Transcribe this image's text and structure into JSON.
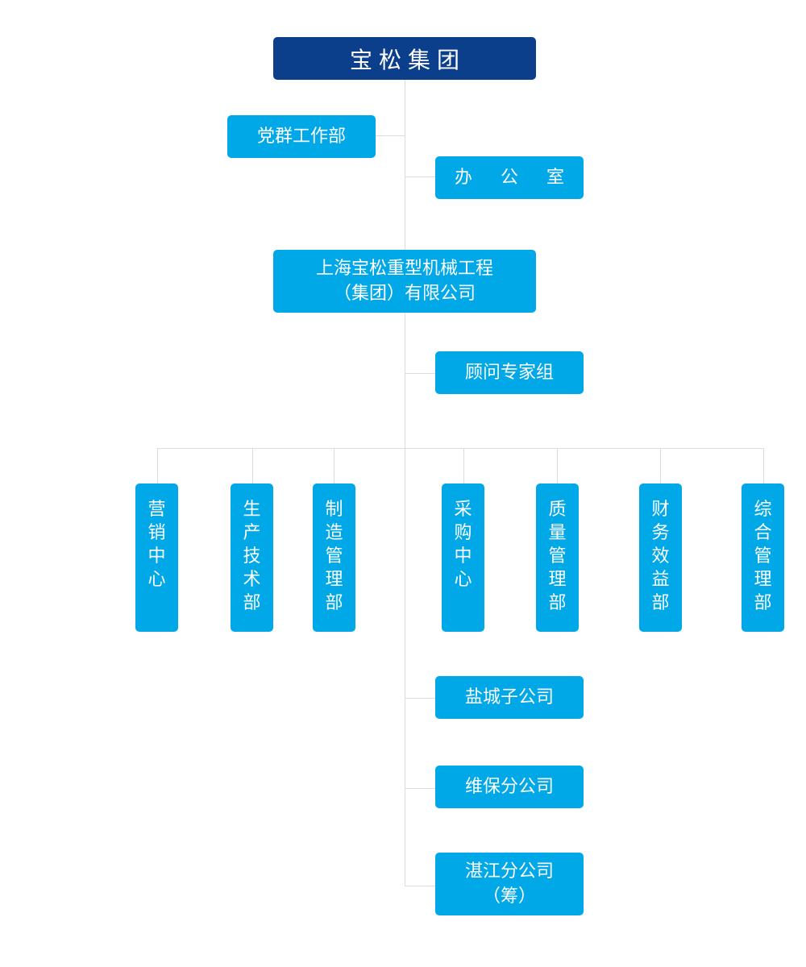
{
  "root": {
    "label": "宝松集团"
  },
  "party_dept": {
    "label": "党群工作部"
  },
  "office": {
    "label": "办 公 室"
  },
  "company": {
    "line1": "上海宝松重型机械工程",
    "line2": "（集团）有限公司"
  },
  "advisors": {
    "label": "顾问专家组"
  },
  "departments": [
    "营销中心",
    "生产技术部",
    "制造管理部",
    "采购中心",
    "质量管理部",
    "财务效益部",
    "综合管理部"
  ],
  "subsidiaries": [
    {
      "line1": "盐城子公司"
    },
    {
      "line1": "维保分公司"
    },
    {
      "line1": "湛江分公司",
      "line2": "（筹）"
    }
  ],
  "colors": {
    "root_bg": "#0b3f8c",
    "box_bg": "#00a8e8",
    "connector": "#dcdcdc",
    "text": "#ffffff"
  }
}
